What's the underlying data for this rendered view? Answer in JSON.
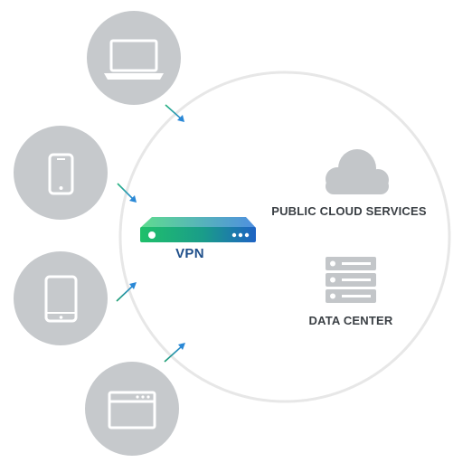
{
  "labels": {
    "vpn": "VPN",
    "public_cloud": "PUBLIC CLOUD SERVICES",
    "data_center": "DATA CENTER"
  },
  "devices": [
    {
      "kind": "laptop",
      "icon": "laptop-icon"
    },
    {
      "kind": "phone",
      "icon": "smartphone-icon"
    },
    {
      "kind": "tablet",
      "icon": "tablet-icon"
    },
    {
      "kind": "browser",
      "icon": "browser-window-icon"
    }
  ],
  "colors": {
    "device_circle": "#c6c9cc",
    "device_icon": "#ffffff",
    "ring": "#e7e7e7",
    "arrow_in": "#2f8fd0",
    "arrow_out": "#1ea071",
    "vpn_gradient_start": "#1fc06a",
    "vpn_gradient_end": "#1e63c4",
    "vpn_text": "#1f4f8a",
    "service_icon": "#c3c6c9",
    "service_text": "#3a3f44",
    "divider_start": "#23b673",
    "divider_end": "#2a8fd8"
  }
}
